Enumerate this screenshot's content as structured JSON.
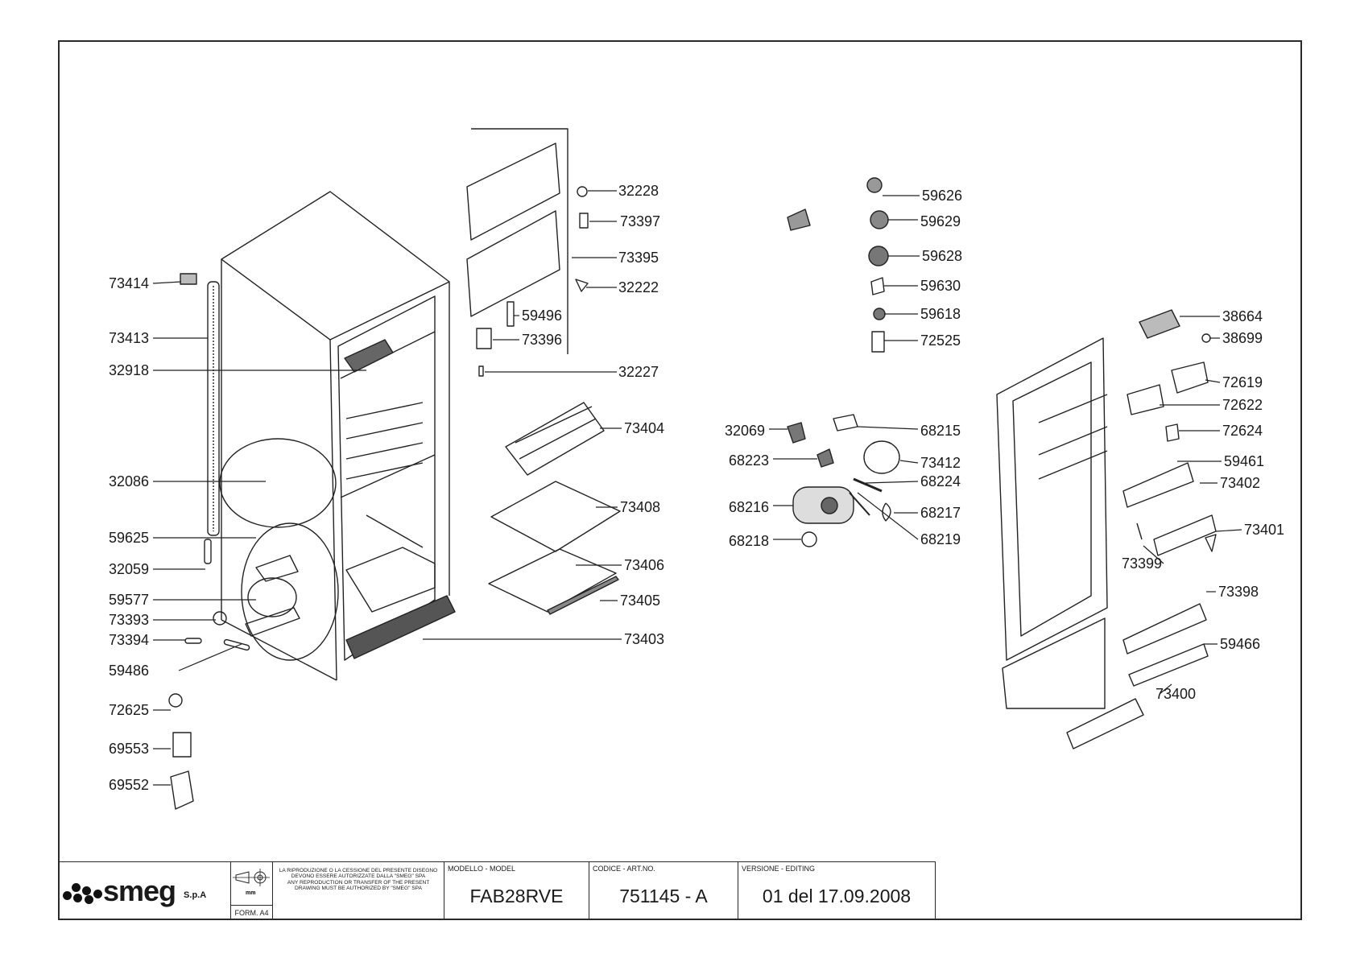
{
  "diagram": {
    "title_block": {
      "brand": "smeg",
      "brand_suffix": "S.p.A",
      "format_label": "FORM. A4",
      "projection_unit": "mm",
      "legal_it": "LA RIPRODUZIONE O LA CESSIONE DEL PRESENTE DISEGNO DEVONO ESSERE AUTORIZZATE DALLA \"SMEG\" SPA",
      "legal_en": "ANY REPRODUCTION OR TRANSFER OF THE PRESENT DRAWING MUST BE AUTHORIZED BY \"SMEG\" SPA",
      "model_caption": "MODELLO - MODEL",
      "model_value": "FAB28RVE",
      "code_caption": "CODICE - ART.NO.",
      "code_value": "751145 - A",
      "version_caption": "VERSIONE - EDITING",
      "version_value": "01 del 17.09.2008"
    },
    "part_labels": [
      "73414",
      "73413",
      "32918",
      "32086",
      "59625",
      "32059",
      "59577",
      "73393",
      "73394",
      "59486",
      "72625",
      "69553",
      "69552",
      "32228",
      "73397",
      "73395",
      "32222",
      "59496",
      "73396",
      "32227",
      "73404",
      "73408",
      "73406",
      "73405",
      "73403",
      "59626",
      "59629",
      "59628",
      "59630",
      "59618",
      "72525",
      "32069",
      "68215",
      "68223",
      "73412",
      "68224",
      "68216",
      "68217",
      "68218",
      "68219",
      "38664",
      "38699",
      "72619",
      "72622",
      "72624",
      "59461",
      "73402",
      "73401",
      "73399",
      "73398",
      "59466",
      "73400"
    ]
  }
}
